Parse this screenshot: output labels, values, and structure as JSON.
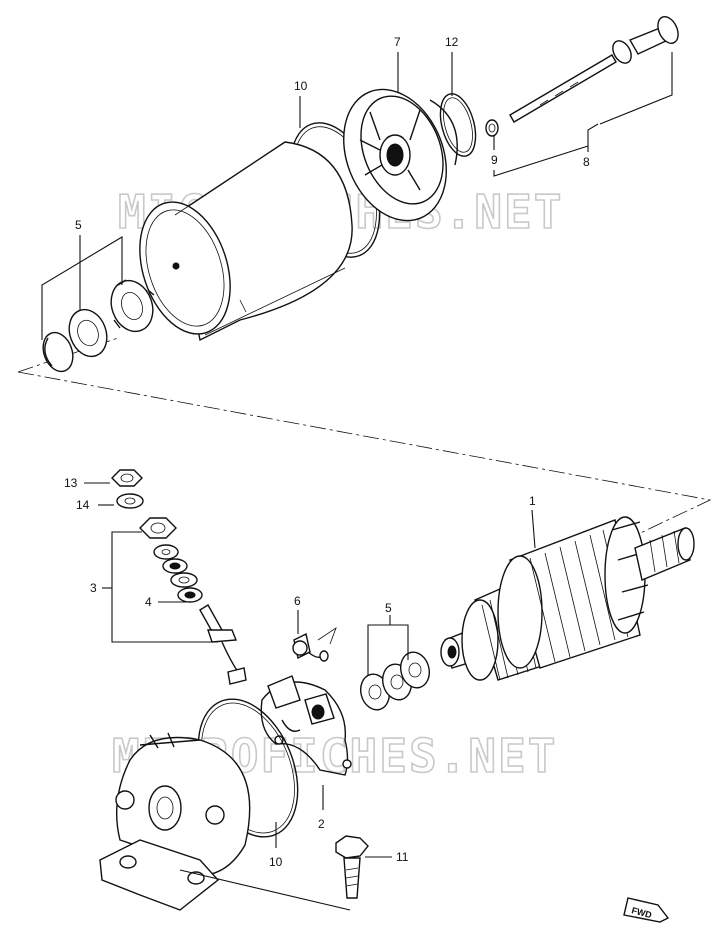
{
  "watermark": "MICROFICHES.NET",
  "fwd_label": "FWD",
  "part_labels": {
    "p1": "1",
    "p2": "2",
    "p3": "3",
    "p4": "4",
    "p5_top": "5",
    "p5_bottom": "5",
    "p6": "6",
    "p7": "7",
    "p8": "8",
    "p9": "9",
    "p10_top": "10",
    "p10_bottom": "10",
    "p11": "11",
    "p12": "12",
    "p13": "13",
    "p14": "14"
  }
}
